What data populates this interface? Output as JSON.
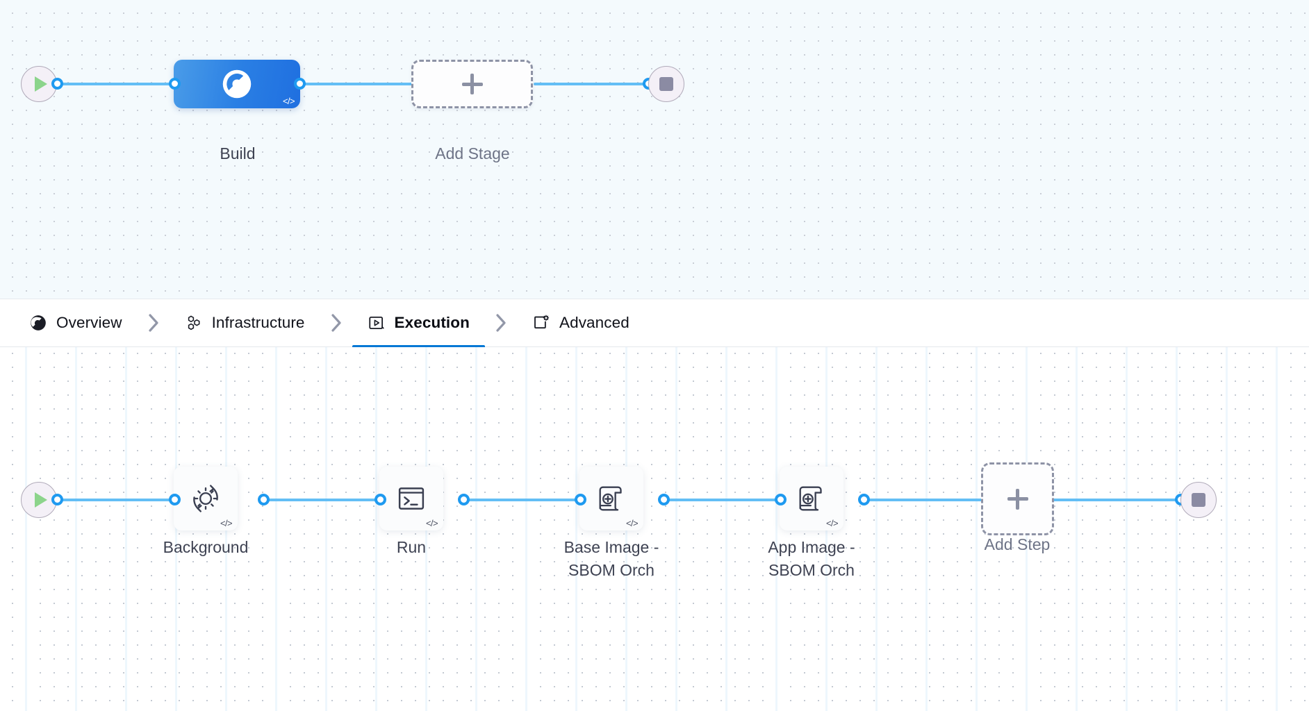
{
  "colors": {
    "accent_blue": "#0278d5",
    "wire_blue": "#63bef5",
    "connector_blue": "#1f9af0",
    "stage_node_blue": "#2a7fe4",
    "dashed_gray": "#8e93a6",
    "canvas_top_bg": "#f4fafd",
    "canvas_bottom_bg": "#ffffff",
    "play_green": "#8cd48b",
    "stop_gray": "#8b8ba3"
  },
  "stage_graph": {
    "start_node": {
      "name": "pipeline-start",
      "icon": "play-icon"
    },
    "end_node": {
      "name": "pipeline-end",
      "icon": "stop-icon"
    },
    "nodes": [
      {
        "id": "build",
        "label": "Build",
        "icon": "harness-ci-icon",
        "badge": "</>",
        "type": "stage",
        "selected": true
      },
      {
        "id": "add-stage",
        "label": "Add Stage",
        "icon": "plus-icon",
        "type": "add"
      }
    ]
  },
  "tabs": {
    "separator": "chevron-right-icon",
    "items": [
      {
        "id": "overview",
        "label": "Overview",
        "icon": "overview-pie-icon",
        "active": false
      },
      {
        "id": "infrastructure",
        "label": "Infrastructure",
        "icon": "hexagon-cluster-icon",
        "active": false
      },
      {
        "id": "execution",
        "label": "Execution",
        "icon": "execution-play-box-icon",
        "active": true
      },
      {
        "id": "advanced",
        "label": "Advanced",
        "icon": "advanced-gear-box-icon",
        "active": false
      }
    ]
  },
  "step_graph": {
    "start_node": {
      "name": "execution-start",
      "icon": "play-icon"
    },
    "end_node": {
      "name": "execution-end",
      "icon": "stop-icon"
    },
    "badge": "</>",
    "steps": [
      {
        "id": "background",
        "label": "Background",
        "icon": "gear-refresh-icon",
        "badge": "</>"
      },
      {
        "id": "run",
        "label": "Run",
        "icon": "terminal-icon",
        "badge": "</>"
      },
      {
        "id": "base-image-sbom-orch",
        "label": "Base Image -\nSBOM Orch",
        "icon": "scroll-plus-icon",
        "badge": "</>"
      },
      {
        "id": "app-image-sbom-orch",
        "label": "App Image -\nSBOM Orch",
        "icon": "scroll-plus-icon",
        "badge": "</>"
      }
    ],
    "add_step": {
      "id": "add-step",
      "label": "Add Step",
      "icon": "plus-icon"
    }
  }
}
